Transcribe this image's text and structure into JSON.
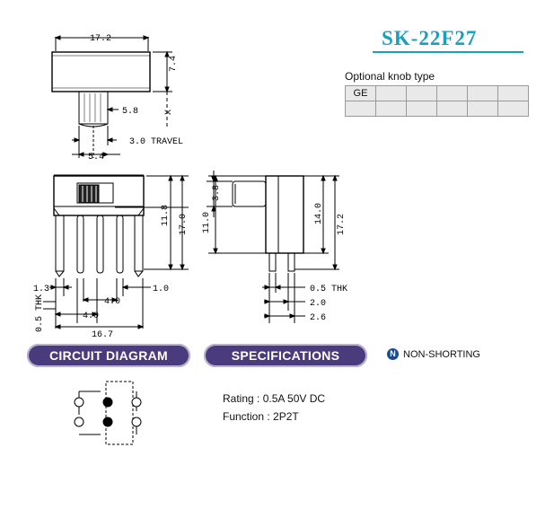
{
  "title": "SK-22F27",
  "knob": {
    "label": "Optional knob type",
    "cells": [
      "GE",
      "",
      "",
      "",
      "",
      ""
    ]
  },
  "dimensions": {
    "top_width": "17.2",
    "top_height": "7.4",
    "knob_width": "5.8",
    "travel": "3.0 TRAVEL",
    "knob_offset": "5.4",
    "front_h1": "11.8",
    "front_h2": "17.0",
    "pin_thk": "0.5 THK",
    "pin_1_3": "1.3",
    "pin_4_0a": "4.0",
    "pin_1_0": "1.0",
    "pin_4_0b": "4.0",
    "total_width": "16.7",
    "side_3_8": "3.8",
    "side_11_0": "11.0",
    "side_14_0": "14.0",
    "side_17_2": "17.2",
    "side_thk": "0.5 THK",
    "side_2_0": "2.0",
    "side_2_6": "2.6",
    "x_mark": "X"
  },
  "banners": {
    "circuit": "CIRCUIT DIAGRAM",
    "specs": "SPECIFICATIONS"
  },
  "non_shorting": {
    "icon_letter": "N",
    "label": "NON-SHORTING"
  },
  "specs": {
    "rating": "Rating : 0.5A 50V DC",
    "function": "Function : 2P2T"
  },
  "colors": {
    "title": "#1a9fc0",
    "banner": "#4a3b7d",
    "ns_icon": "#1a4b8f"
  }
}
